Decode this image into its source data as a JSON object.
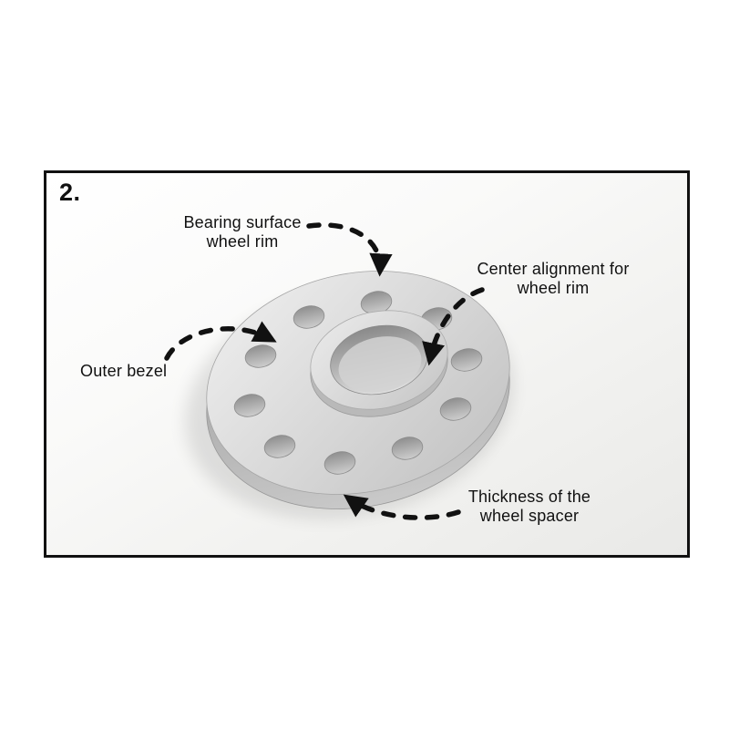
{
  "figure": {
    "step": "2."
  },
  "labels": {
    "bearing_surface": {
      "line1": "Bearing surface",
      "line2": "wheel rim"
    },
    "center_alignment": {
      "line1": "Center alignment for",
      "line2": "wheel rim"
    },
    "outer_bezel": {
      "text": "Outer bezel"
    },
    "thickness": {
      "line1": "Thickness of the",
      "line2": "wheel spacer"
    }
  },
  "icons": {
    "arrow_style": "dashed-curved-arrow"
  },
  "colors": {
    "frame_border": "#111111",
    "arrow": "#111111",
    "text": "#111111",
    "metal_light": "#ececec",
    "metal_mid": "#cfcfcf",
    "metal_dark": "#a8a8a8",
    "background": "#ffffff"
  }
}
